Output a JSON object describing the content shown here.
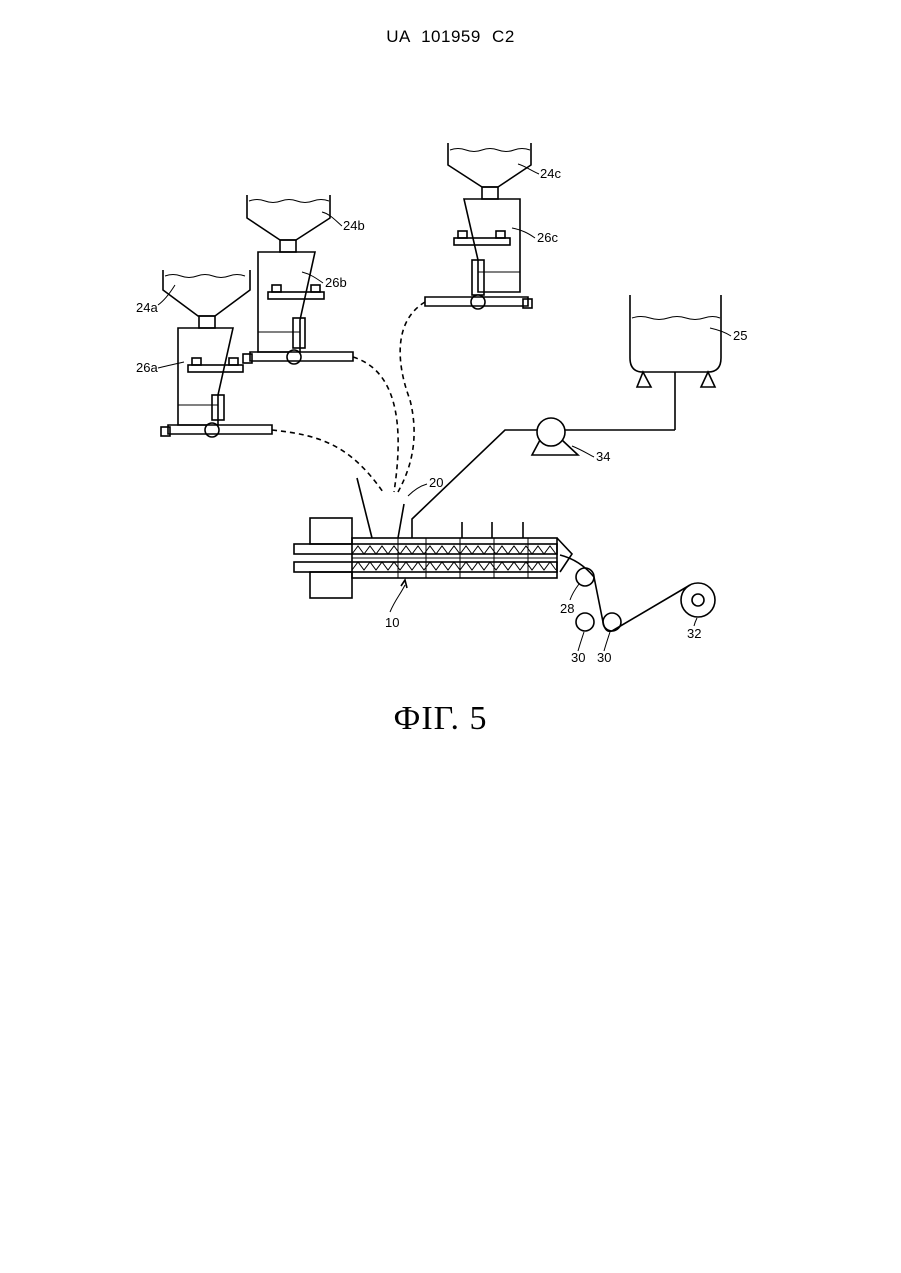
{
  "header": {
    "text": "UA   101959   C2"
  },
  "figure": {
    "caption": "ФІГ. 5",
    "labels": {
      "hopper_a": "24a",
      "hopper_b": "24b",
      "hopper_c": "24c",
      "feeder_a": "26a",
      "feeder_b": "26b",
      "feeder_c": "26c",
      "tank": "25",
      "pump": "34",
      "port": "20",
      "extruder": "10",
      "roller_28": "28",
      "roller_30a": "30",
      "roller_30b": "30",
      "winder": "32"
    }
  }
}
